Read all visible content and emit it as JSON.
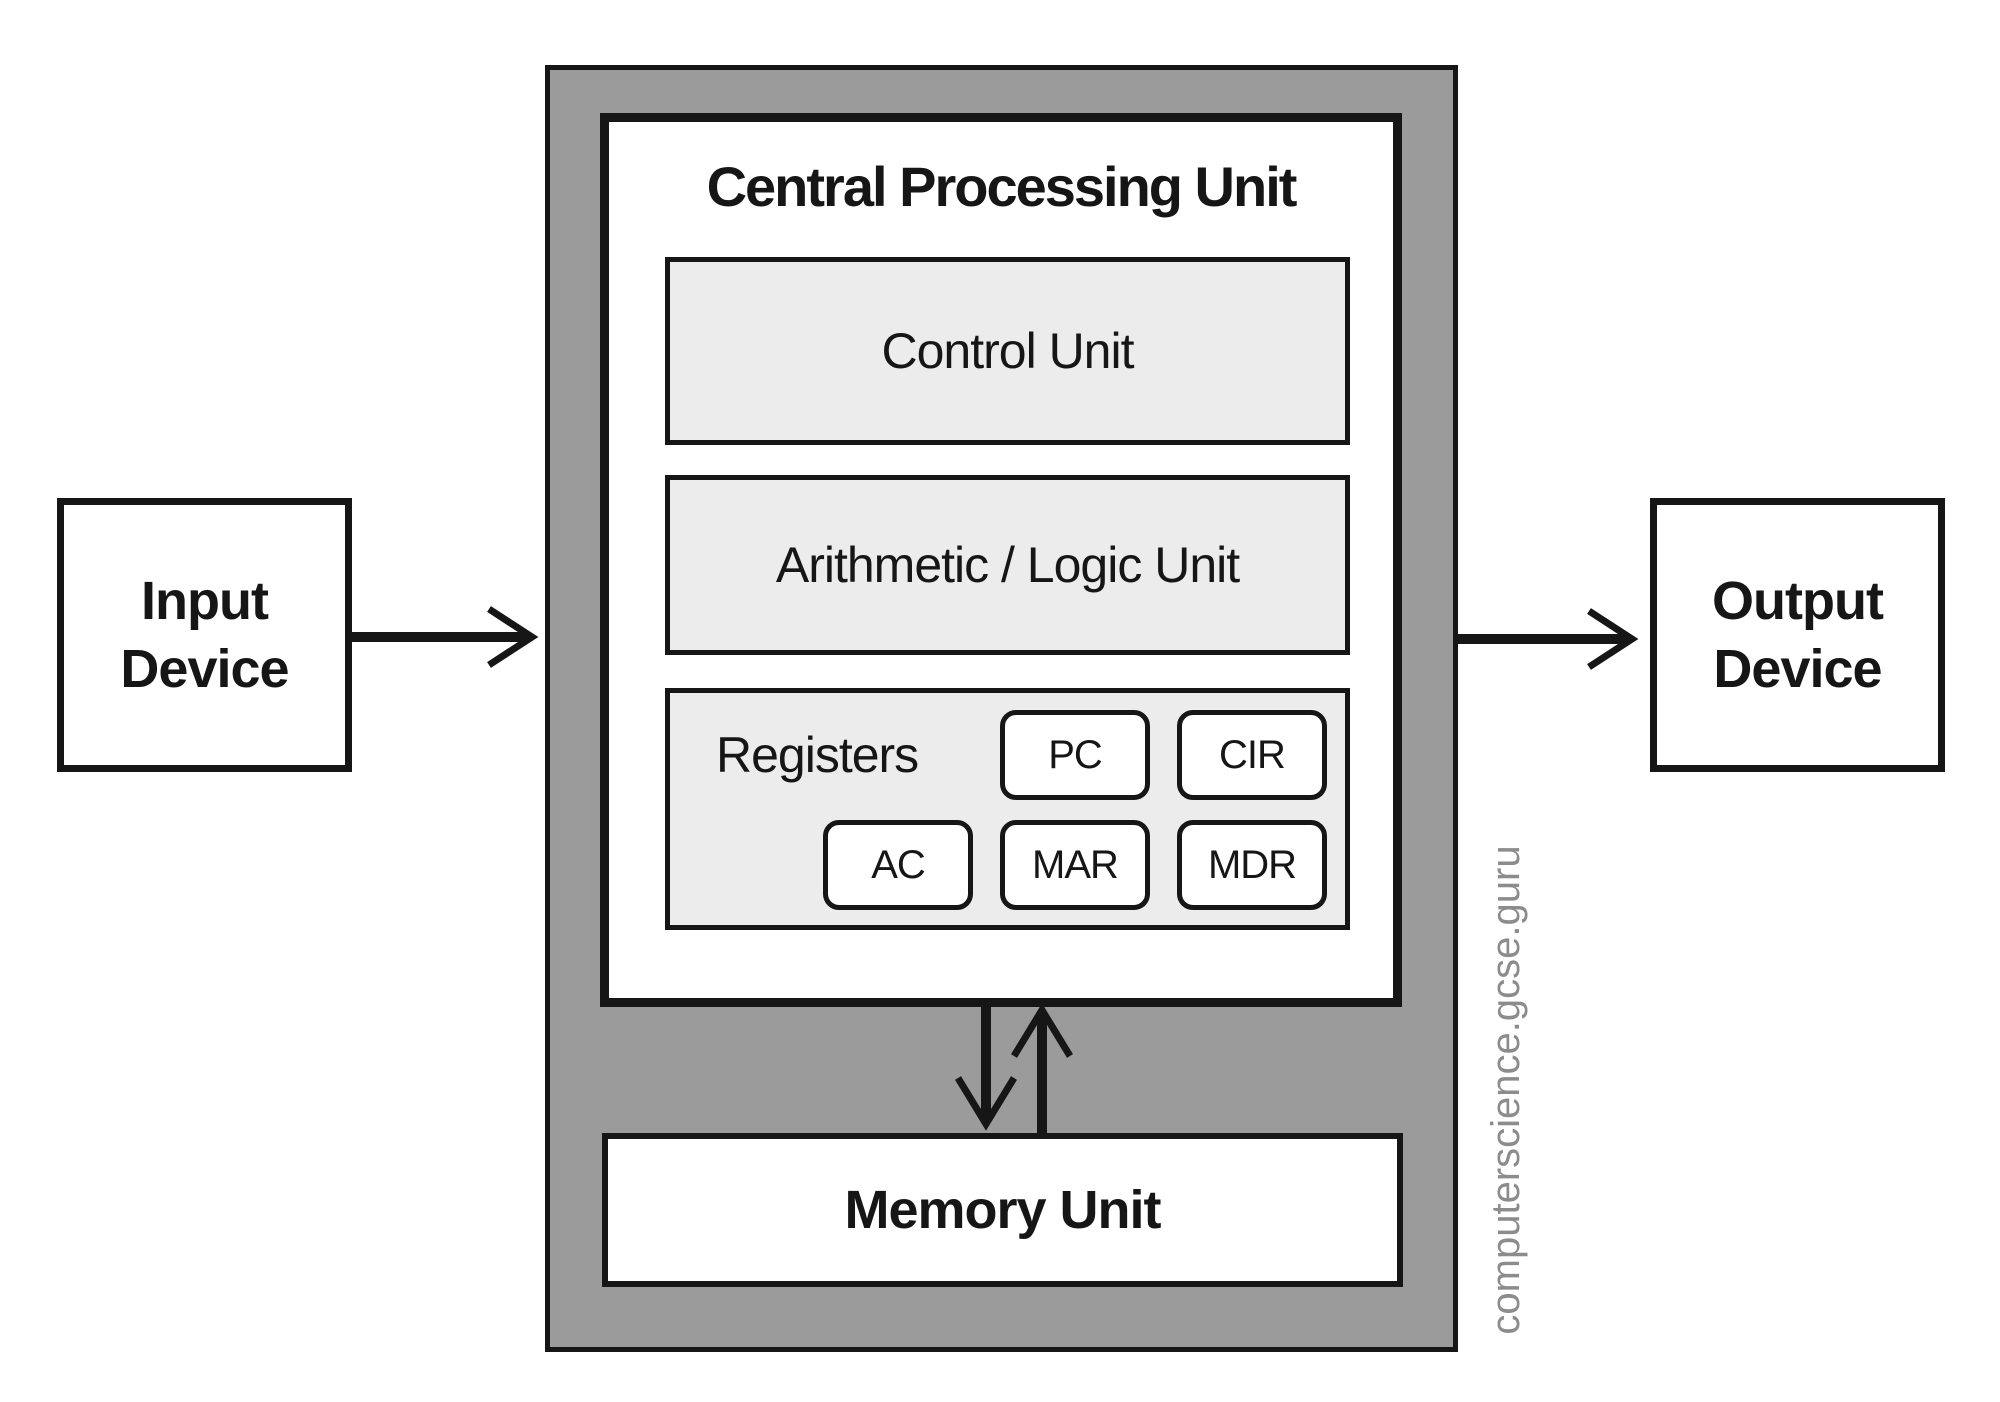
{
  "colors": {
    "background": "#ffffff",
    "outer_fill": "#9b9b9b",
    "panel_fill": "#ececec",
    "box_fill": "#ffffff",
    "border": "#161616",
    "watermark": "#8c8c8c"
  },
  "cpu": {
    "title": "Central Processing Unit",
    "control_unit": "Control Unit",
    "alu": "Arithmetic / Logic Unit",
    "registers": {
      "label": "Registers",
      "row1": [
        "PC",
        "CIR"
      ],
      "row2": [
        "AC",
        "MAR",
        "MDR"
      ]
    }
  },
  "memory_unit": "Memory Unit",
  "input_device": {
    "line1": "Input",
    "line2": "Device"
  },
  "output_device": {
    "line1": "Output",
    "line2": "Device"
  },
  "watermark": "computerscience.gcse.guru"
}
